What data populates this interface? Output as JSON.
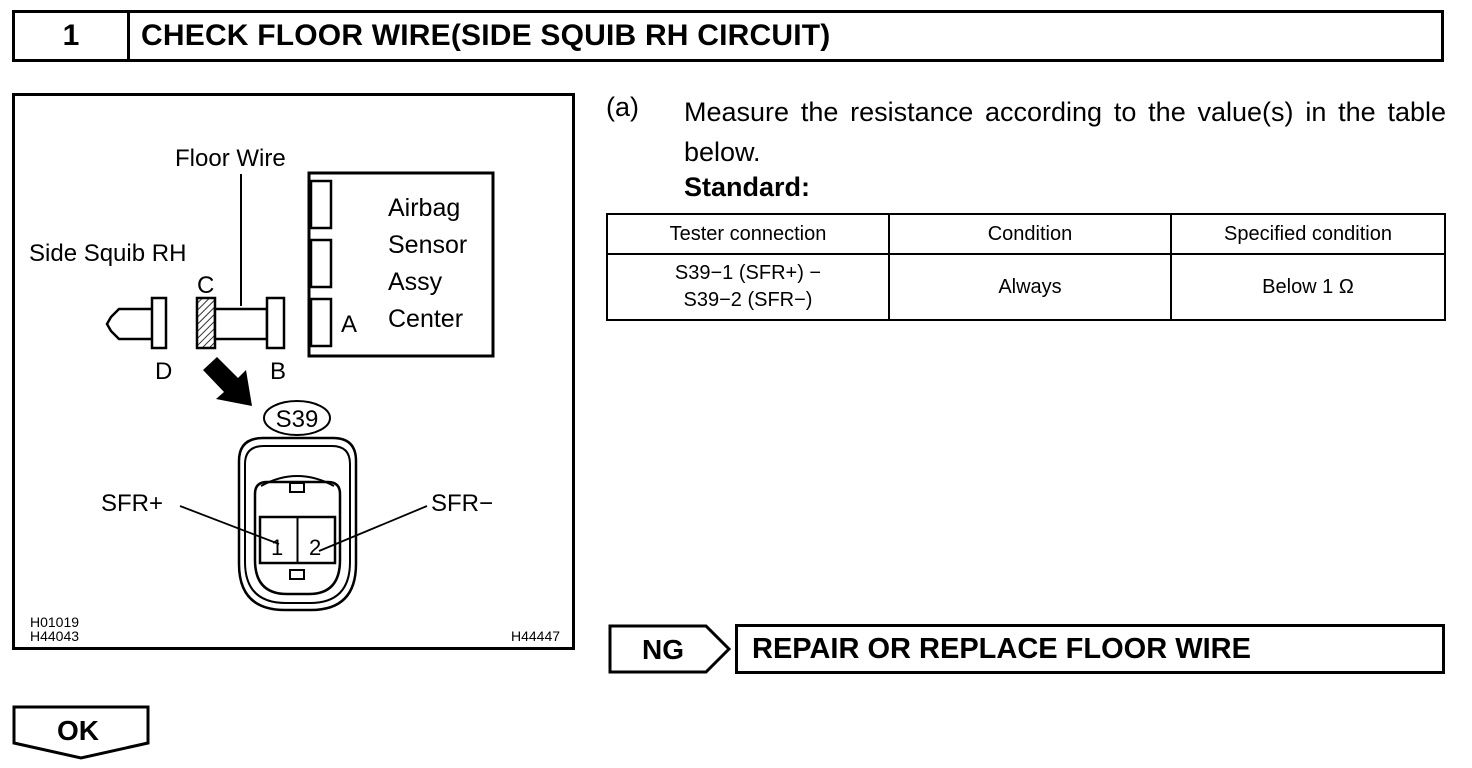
{
  "header": {
    "step_number": "1",
    "title": "CHECK FLOOR WIRE(SIDE SQUIB RH CIRCUIT)"
  },
  "figure": {
    "labels": {
      "floor_wire": "Floor Wire",
      "side_squib": "Side Squib RH",
      "airbag_line1": "Airbag",
      "airbag_line2": "Sensor",
      "airbag_line3": "Assy",
      "airbag_line4": "Center",
      "conn_a": "A",
      "conn_b": "B",
      "conn_c": "C",
      "conn_d": "D",
      "connector_id": "S39",
      "sfr_plus": "SFR+",
      "sfr_minus": "SFR−",
      "pin1": "1",
      "pin2": "2"
    },
    "ref_codes": {
      "code1": "H01019",
      "code2": "H44043",
      "code3": "H44447"
    }
  },
  "step": {
    "letter": "(a)",
    "text": "Measure the resistance according to the value(s) in the table below.",
    "standard_label": "Standard:"
  },
  "table": {
    "headers": [
      "Tester connection",
      "Condition",
      "Specified condition"
    ],
    "rows": [
      {
        "tester_line1": "S39−1 (SFR+) −",
        "tester_line2": "S39−2 (SFR−)",
        "condition": "Always",
        "specified": "Below 1 Ω"
      }
    ]
  },
  "results": {
    "ng_label": "NG",
    "ng_action": "REPAIR OR REPLACE FLOOR WIRE",
    "ok_label": "OK"
  }
}
